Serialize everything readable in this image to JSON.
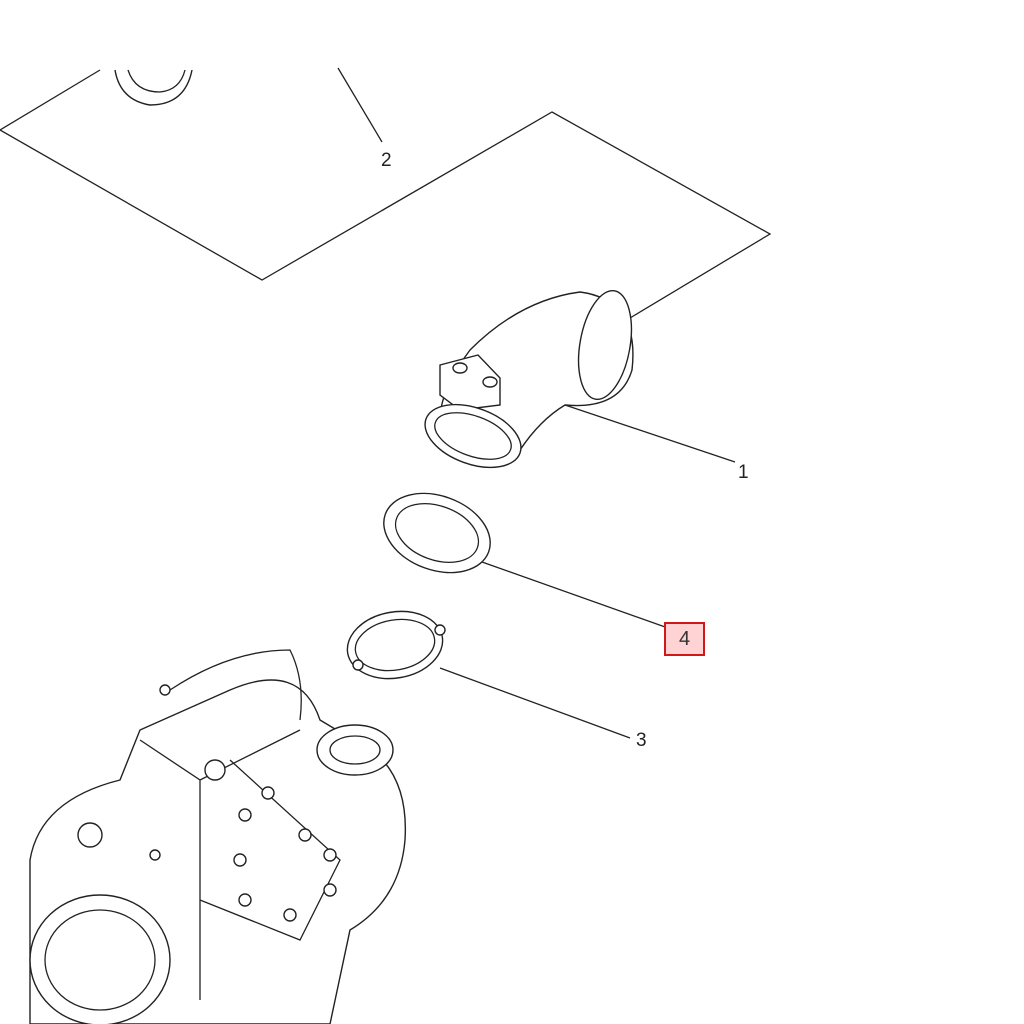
{
  "diagram": {
    "callouts": [
      {
        "number": "1",
        "part": "elbow-pipe"
      },
      {
        "number": "2",
        "part": "hose-clamp"
      },
      {
        "number": "3",
        "part": "v-band-clamp"
      },
      {
        "number": "4",
        "part": "gasket"
      }
    ],
    "highlighted_callout": "4",
    "highlight_color": "#d01818",
    "highlight_fill": "#ffd3d3"
  }
}
